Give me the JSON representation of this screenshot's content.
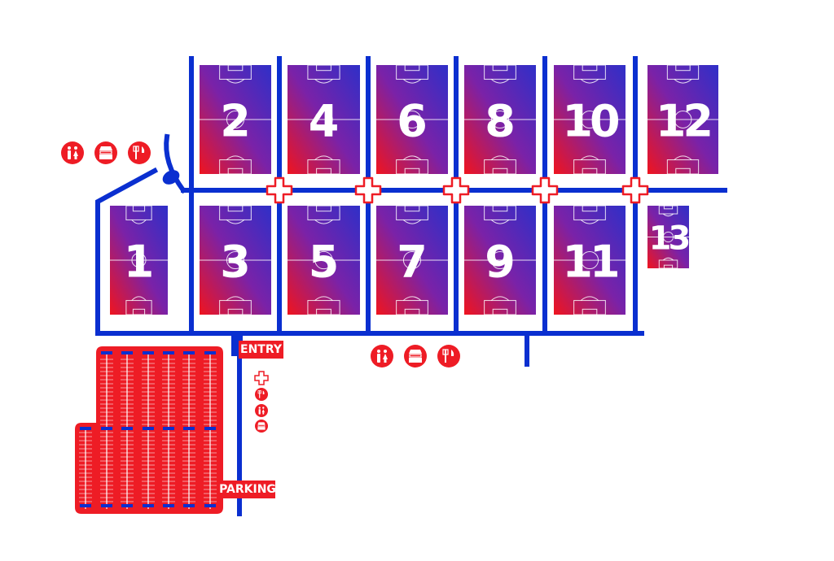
{
  "colors": {
    "road": "#0a2fd0",
    "field_top": "#3a2cc0",
    "field_bottom": "#f0141e",
    "accent": "#ee1c25",
    "line": "#ffffff"
  },
  "fields": [
    {
      "number": "1"
    },
    {
      "number": "2"
    },
    {
      "number": "3"
    },
    {
      "number": "4"
    },
    {
      "number": "5"
    },
    {
      "number": "6"
    },
    {
      "number": "7"
    },
    {
      "number": "8"
    },
    {
      "number": "9"
    },
    {
      "number": "10"
    },
    {
      "number": "11"
    },
    {
      "number": "12"
    },
    {
      "number": "13"
    }
  ],
  "labels": {
    "entry": "ENTRY",
    "parking": "PARKING"
  },
  "amenities": {
    "top_left": [
      "restroom-icon",
      "concession-stand-icon",
      "food-icon"
    ],
    "bottom_center": [
      "restroom-icon",
      "concession-stand-icon",
      "food-icon"
    ],
    "entry_column": [
      "first-aid-icon",
      "food-icon",
      "restroom-icon",
      "concession-stand-icon"
    ]
  },
  "first_aid_stations": 5
}
